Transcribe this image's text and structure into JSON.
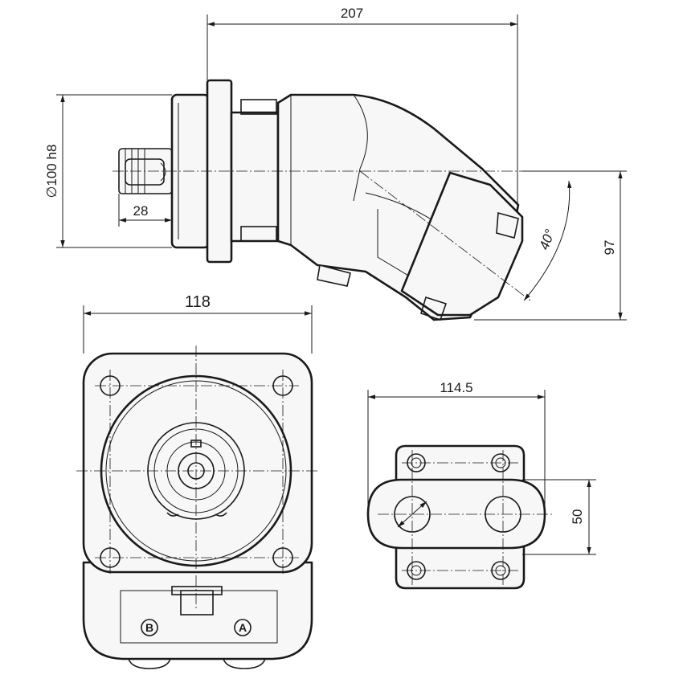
{
  "dimensions": {
    "overall_length": "207",
    "flange_diameter": "∅100 h8",
    "shaft_length": "28",
    "height": "97",
    "angle": "40°",
    "flange_width": "118",
    "port_block_width": "114.5",
    "port_spacing": "50"
  },
  "ports": {
    "b": "B",
    "a": "A"
  },
  "colors": {
    "line": "#1a1a1a",
    "background": "#ffffff"
  }
}
